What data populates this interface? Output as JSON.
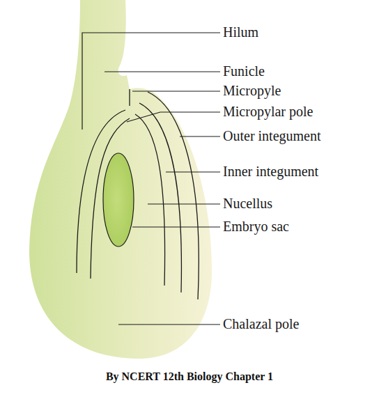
{
  "diagram": {
    "caption": "By NCERT 12th Biology Chapter 1",
    "labels": [
      "Hilum",
      "Funicle",
      "Micropyle",
      "Micropylar pole",
      "Outer integument",
      "Inner integument",
      "Nucellus",
      "Embryo sac",
      "Chalazal pole"
    ]
  }
}
